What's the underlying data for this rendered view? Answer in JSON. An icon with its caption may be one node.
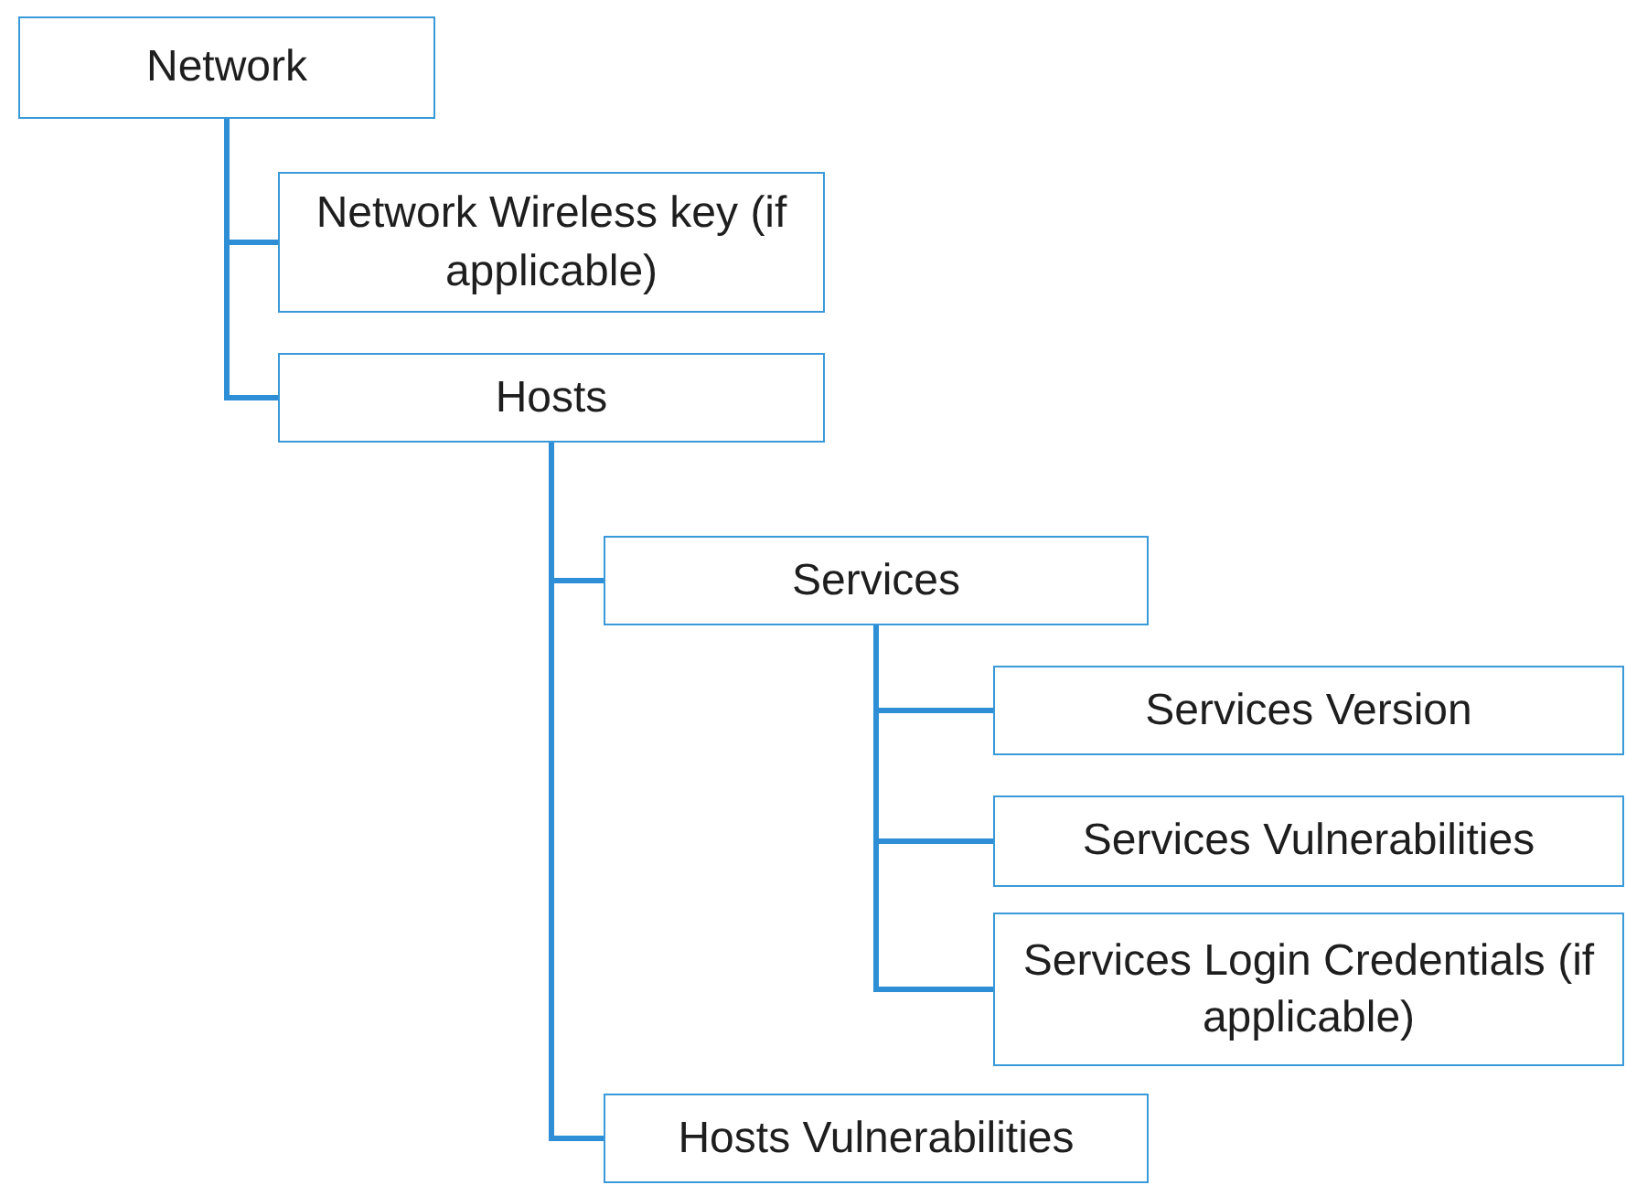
{
  "diagram": {
    "nodes": [
      {
        "text": [
          "Network"
        ]
      },
      {
        "text": [
          "Network Wireless key (if applicable)"
        ]
      },
      {
        "text": [
          "Hosts"
        ]
      },
      {
        "text": [
          "Services"
        ]
      },
      {
        "text": [
          "Services Version"
        ]
      },
      {
        "text": [
          "Services Vulnerabilities"
        ]
      },
      {
        "text": [
          "Services Login Credentials (if applicable)"
        ]
      },
      {
        "text": [
          "Hosts Vulnerabilities"
        ]
      }
    ],
    "edges": [
      {
        "from": 0,
        "to": 1,
        "arrow": "none"
      },
      {
        "from": 0,
        "to": 2,
        "arrow": "none"
      },
      {
        "from": 2,
        "to": 3,
        "arrow": "none"
      },
      {
        "from": 3,
        "to": 4,
        "arrow": "none"
      },
      {
        "from": 3,
        "to": 5,
        "arrow": "none"
      },
      {
        "from": 3,
        "to": 6,
        "arrow": "none"
      },
      {
        "from": 2,
        "to": 7,
        "arrow": "none"
      }
    ]
  }
}
